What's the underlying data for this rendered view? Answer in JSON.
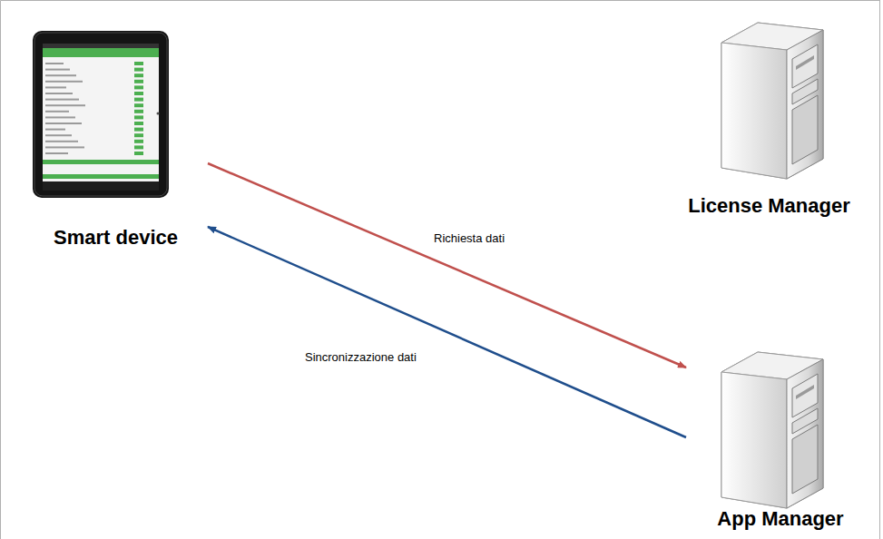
{
  "diagram": {
    "nodes": [
      {
        "text": [
          "Smart device"
        ]
      },
      {
        "text": [
          "License Manager"
        ]
      },
      {
        "text": [
          "App Manager"
        ]
      }
    ],
    "edges": [
      {
        "from": 0,
        "to": 2,
        "arrow": "to",
        "label": "Richiesta dati"
      },
      {
        "from": 2,
        "to": 0,
        "arrow": "to",
        "label": "Sincronizzazione dati"
      }
    ]
  }
}
